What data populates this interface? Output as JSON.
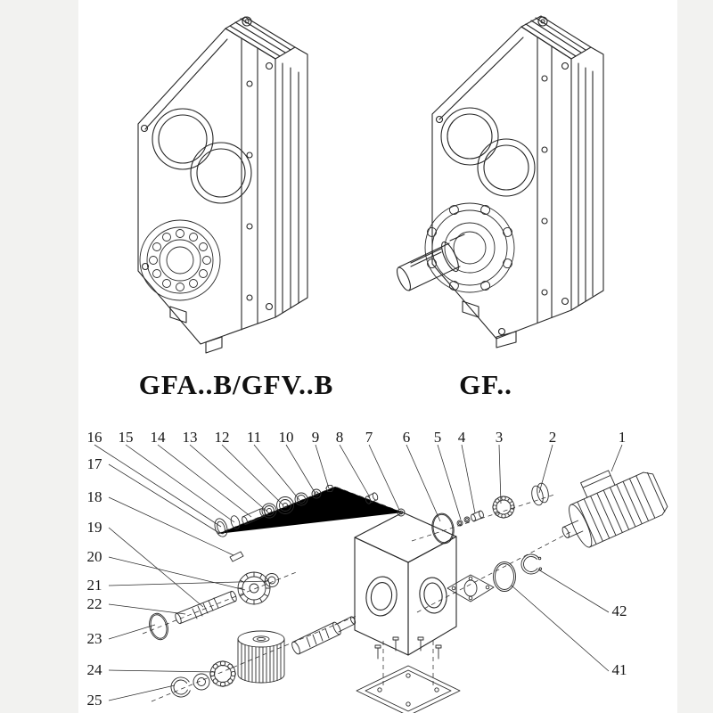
{
  "models": [
    {
      "label": "GFA..B/GFV..B"
    },
    {
      "label": "GF.."
    }
  ],
  "exploded_view": {
    "callouts_top": [
      "16",
      "15",
      "14",
      "13",
      "12",
      "11",
      "10",
      "9",
      "8",
      "7",
      "6",
      "5",
      "4",
      "3",
      "2",
      "1"
    ],
    "callouts_left": [
      "17",
      "18",
      "19",
      "20",
      "21",
      "22",
      "23",
      "24",
      "25"
    ],
    "callouts_right": [
      "42",
      "41"
    ]
  },
  "colors": {
    "line": "#262626",
    "background": "#ffffff",
    "page_margin": "#f2f2f0"
  }
}
